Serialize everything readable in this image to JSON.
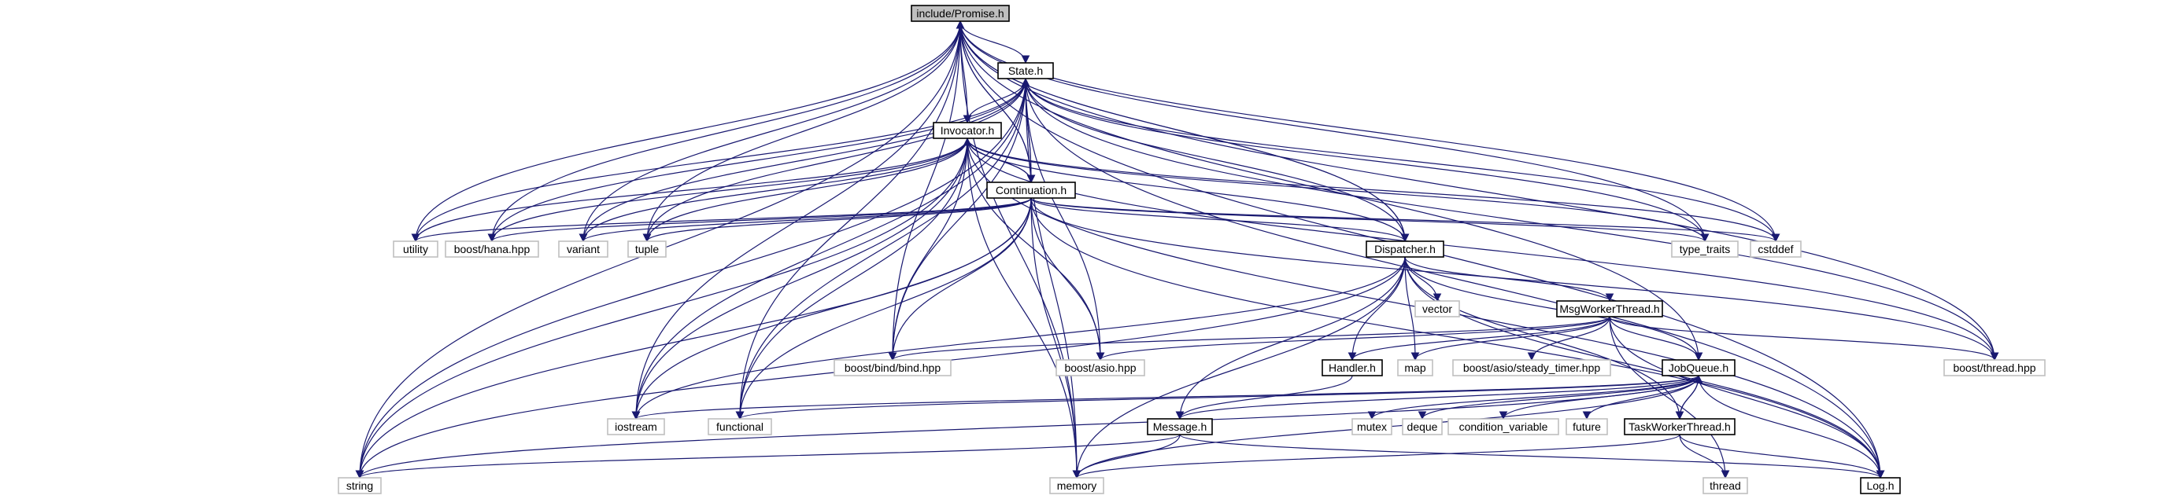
{
  "diagram": {
    "type": "include-dependency-graph",
    "colors": {
      "edge": "#191970",
      "root_fill": "#bfbfbf",
      "border": "#000000",
      "external_border": "#bfbfbf"
    },
    "nodes": [
      {
        "id": "promise",
        "label": "include/Promise.h",
        "kind": "root"
      },
      {
        "id": "state",
        "label": "State.h",
        "kind": "doc"
      },
      {
        "id": "invocator",
        "label": "Invocator.h",
        "kind": "doc"
      },
      {
        "id": "continuation",
        "label": "Continuation.h",
        "kind": "doc"
      },
      {
        "id": "dispatcher",
        "label": "Dispatcher.h",
        "kind": "doc"
      },
      {
        "id": "msgworker",
        "label": "MsgWorkerThread.h",
        "kind": "doc"
      },
      {
        "id": "handler",
        "label": "Handler.h",
        "kind": "doc"
      },
      {
        "id": "jobqueue",
        "label": "JobQueue.h",
        "kind": "doc"
      },
      {
        "id": "message",
        "label": "Message.h",
        "kind": "doc"
      },
      {
        "id": "taskworker",
        "label": "TaskWorkerThread.h",
        "kind": "doc"
      },
      {
        "id": "log",
        "label": "Log.h",
        "kind": "doc"
      },
      {
        "id": "utility",
        "label": "utility",
        "kind": "ext"
      },
      {
        "id": "hana",
        "label": "boost/hana.hpp",
        "kind": "ext"
      },
      {
        "id": "variant",
        "label": "variant",
        "kind": "ext"
      },
      {
        "id": "tuple",
        "label": "tuple",
        "kind": "ext"
      },
      {
        "id": "type_traits",
        "label": "type_traits",
        "kind": "ext"
      },
      {
        "id": "cstddef",
        "label": "cstddef",
        "kind": "ext"
      },
      {
        "id": "vector",
        "label": "vector",
        "kind": "ext"
      },
      {
        "id": "bind",
        "label": "boost/bind/bind.hpp",
        "kind": "ext"
      },
      {
        "id": "asio",
        "label": "boost/asio.hpp",
        "kind": "ext"
      },
      {
        "id": "map",
        "label": "map",
        "kind": "ext"
      },
      {
        "id": "steady_timer",
        "label": "boost/asio/steady_timer.hpp",
        "kind": "ext"
      },
      {
        "id": "boost_thread",
        "label": "boost/thread.hpp",
        "kind": "ext"
      },
      {
        "id": "iostream",
        "label": "iostream",
        "kind": "ext"
      },
      {
        "id": "functional",
        "label": "functional",
        "kind": "ext"
      },
      {
        "id": "mutex",
        "label": "mutex",
        "kind": "ext"
      },
      {
        "id": "deque",
        "label": "deque",
        "kind": "ext"
      },
      {
        "id": "condvar",
        "label": "condition_variable",
        "kind": "ext"
      },
      {
        "id": "future",
        "label": "future",
        "kind": "ext"
      },
      {
        "id": "thread",
        "label": "thread",
        "kind": "ext"
      },
      {
        "id": "string",
        "label": "string",
        "kind": "ext"
      },
      {
        "id": "memory",
        "label": "memory",
        "kind": "ext"
      }
    ],
    "edges": [
      [
        "promise",
        "state"
      ],
      [
        "promise",
        "invocator"
      ],
      [
        "promise",
        "continuation"
      ],
      [
        "promise",
        "dispatcher"
      ],
      [
        "promise",
        "utility"
      ],
      [
        "promise",
        "hana"
      ],
      [
        "promise",
        "variant"
      ],
      [
        "promise",
        "tuple"
      ],
      [
        "promise",
        "type_traits"
      ],
      [
        "promise",
        "cstddef"
      ],
      [
        "promise",
        "boost_thread"
      ],
      [
        "promise",
        "log"
      ],
      [
        "promise",
        "string"
      ],
      [
        "promise",
        "iostream"
      ],
      [
        "promise",
        "functional"
      ],
      [
        "promise",
        "memory"
      ],
      [
        "promise",
        "bind"
      ],
      [
        "state",
        "invocator"
      ],
      [
        "state",
        "continuation"
      ],
      [
        "state",
        "dispatcher"
      ],
      [
        "state",
        "utility"
      ],
      [
        "state",
        "hana"
      ],
      [
        "state",
        "variant"
      ],
      [
        "state",
        "tuple"
      ],
      [
        "state",
        "type_traits"
      ],
      [
        "state",
        "cstddef"
      ],
      [
        "state",
        "asio"
      ],
      [
        "state",
        "bind"
      ],
      [
        "state",
        "boost_thread"
      ],
      [
        "state",
        "log"
      ],
      [
        "state",
        "string"
      ],
      [
        "state",
        "memory"
      ],
      [
        "state",
        "iostream"
      ],
      [
        "state",
        "functional"
      ],
      [
        "invocator",
        "continuation"
      ],
      [
        "invocator",
        "dispatcher"
      ],
      [
        "invocator",
        "utility"
      ],
      [
        "invocator",
        "hana"
      ],
      [
        "invocator",
        "variant"
      ],
      [
        "invocator",
        "tuple"
      ],
      [
        "invocator",
        "type_traits"
      ],
      [
        "invocator",
        "cstddef"
      ],
      [
        "invocator",
        "bind"
      ],
      [
        "invocator",
        "asio"
      ],
      [
        "invocator",
        "boost_thread"
      ],
      [
        "invocator",
        "log"
      ],
      [
        "invocator",
        "iostream"
      ],
      [
        "invocator",
        "functional"
      ],
      [
        "invocator",
        "memory"
      ],
      [
        "invocator",
        "string"
      ],
      [
        "continuation",
        "promise"
      ],
      [
        "continuation",
        "state"
      ],
      [
        "continuation",
        "invocator"
      ],
      [
        "continuation",
        "dispatcher"
      ],
      [
        "continuation",
        "utility"
      ],
      [
        "continuation",
        "hana"
      ],
      [
        "continuation",
        "variant"
      ],
      [
        "continuation",
        "tuple"
      ],
      [
        "continuation",
        "type_traits"
      ],
      [
        "continuation",
        "cstddef"
      ],
      [
        "continuation",
        "bind"
      ],
      [
        "continuation",
        "asio"
      ],
      [
        "continuation",
        "boost_thread"
      ],
      [
        "continuation",
        "log"
      ],
      [
        "continuation",
        "iostream"
      ],
      [
        "continuation",
        "functional"
      ],
      [
        "continuation",
        "memory"
      ],
      [
        "continuation",
        "string"
      ],
      [
        "dispatcher",
        "promise"
      ],
      [
        "dispatcher",
        "vector"
      ],
      [
        "dispatcher",
        "msgworker"
      ],
      [
        "dispatcher",
        "handler"
      ],
      [
        "dispatcher",
        "jobqueue"
      ],
      [
        "dispatcher",
        "message"
      ],
      [
        "dispatcher",
        "taskworker"
      ],
      [
        "dispatcher",
        "log"
      ],
      [
        "dispatcher",
        "map"
      ],
      [
        "dispatcher",
        "iostream"
      ],
      [
        "dispatcher",
        "memory"
      ],
      [
        "dispatcher",
        "string"
      ],
      [
        "msgworker",
        "handler"
      ],
      [
        "msgworker",
        "jobqueue"
      ],
      [
        "msgworker",
        "map"
      ],
      [
        "msgworker",
        "steady_timer"
      ],
      [
        "msgworker",
        "asio"
      ],
      [
        "msgworker",
        "bind"
      ],
      [
        "msgworker",
        "boost_thread"
      ],
      [
        "msgworker",
        "log"
      ],
      [
        "msgworker",
        "thread"
      ],
      [
        "handler",
        "message"
      ],
      [
        "jobqueue",
        "promise"
      ],
      [
        "jobqueue",
        "taskworker"
      ],
      [
        "jobqueue",
        "message"
      ],
      [
        "jobqueue",
        "iostream"
      ],
      [
        "jobqueue",
        "functional"
      ],
      [
        "jobqueue",
        "mutex"
      ],
      [
        "jobqueue",
        "deque"
      ],
      [
        "jobqueue",
        "condvar"
      ],
      [
        "jobqueue",
        "future"
      ],
      [
        "jobqueue",
        "log"
      ],
      [
        "jobqueue",
        "memory"
      ],
      [
        "jobqueue",
        "string"
      ],
      [
        "taskworker",
        "jobqueue"
      ],
      [
        "taskworker",
        "log"
      ],
      [
        "taskworker",
        "thread"
      ],
      [
        "taskworker",
        "memory"
      ],
      [
        "message",
        "log"
      ],
      [
        "message",
        "memory"
      ],
      [
        "message",
        "string"
      ]
    ]
  }
}
